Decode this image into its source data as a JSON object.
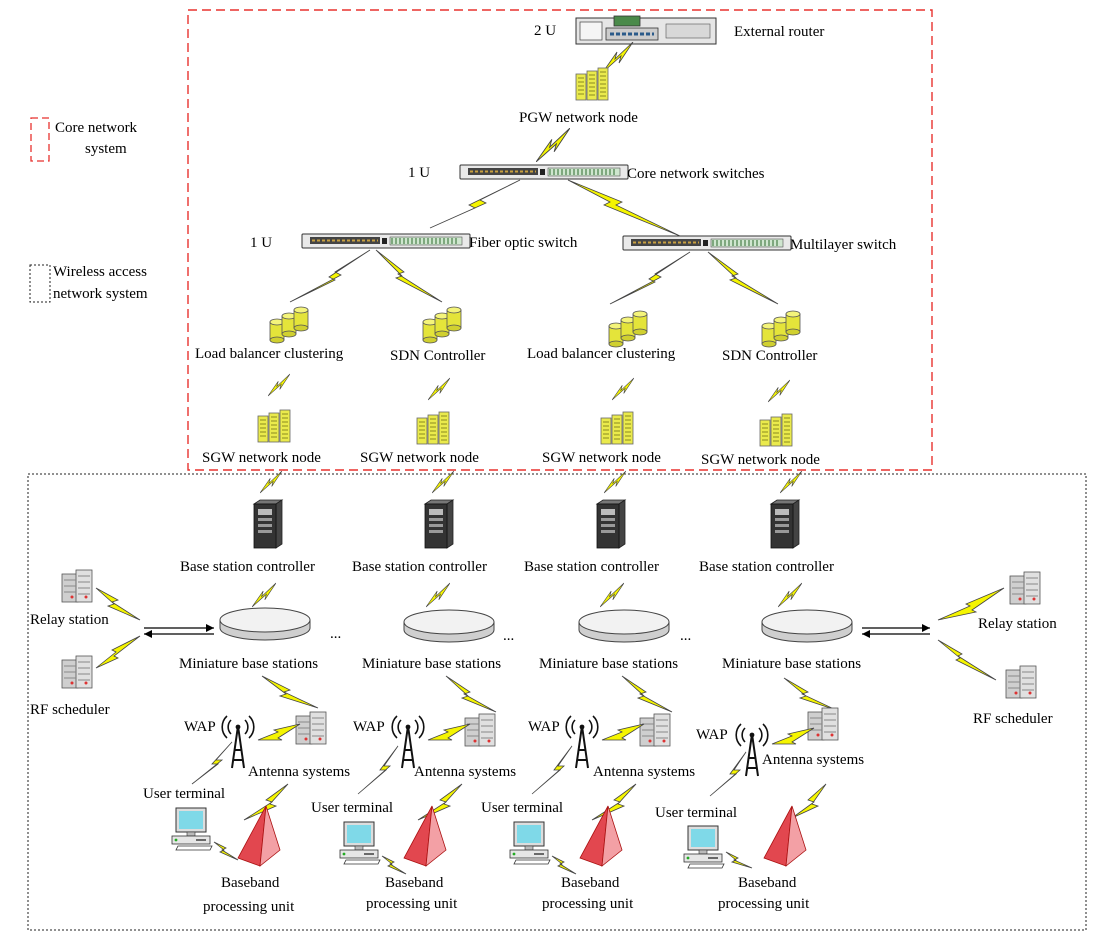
{
  "legend": {
    "core": "Core network system",
    "core_lines": [
      "Core network",
      "system"
    ],
    "wireless": "Wireless access network system",
    "wireless_lines": [
      "Wireless access",
      "network system"
    ]
  },
  "core": {
    "rack_2u": "2 U",
    "external_router": "External router",
    "pgw": "PGW network node",
    "rack_1u_core": "1 U",
    "core_switches": "Core network switches",
    "rack_1u_fiber": "1 U",
    "fiber_switch": "Fiber optic switch",
    "multilayer_switch": "Multilayer switch",
    "load_balancer": "Load balancer clustering",
    "sdn_controller": "SDN Controller",
    "sgw": "SGW network node"
  },
  "access": {
    "bsc": "Base station controller",
    "mbs": "Miniature base stations",
    "ellipsis": "...",
    "relay": "Relay station",
    "rf": "RF scheduler",
    "wap": "WAP",
    "antenna": "Antenna systems",
    "user": "User terminal",
    "bbu_lines": [
      "Baseband",
      "processing unit"
    ]
  },
  "colors": {
    "core_border": "#e8322f",
    "wireless_border": "#222222",
    "bolt": "#f5f500",
    "node_yellow": "#eaea4c",
    "pyramid": "#e2474f",
    "screen": "#7fd9e8"
  },
  "icons": [
    "router-icon",
    "server-rack-icon",
    "switch-icon",
    "database-icon",
    "tower-server-icon",
    "base-station-disc-icon",
    "lightning-link-icon",
    "antenna-icon",
    "computer-icon",
    "pyramid-icon"
  ]
}
